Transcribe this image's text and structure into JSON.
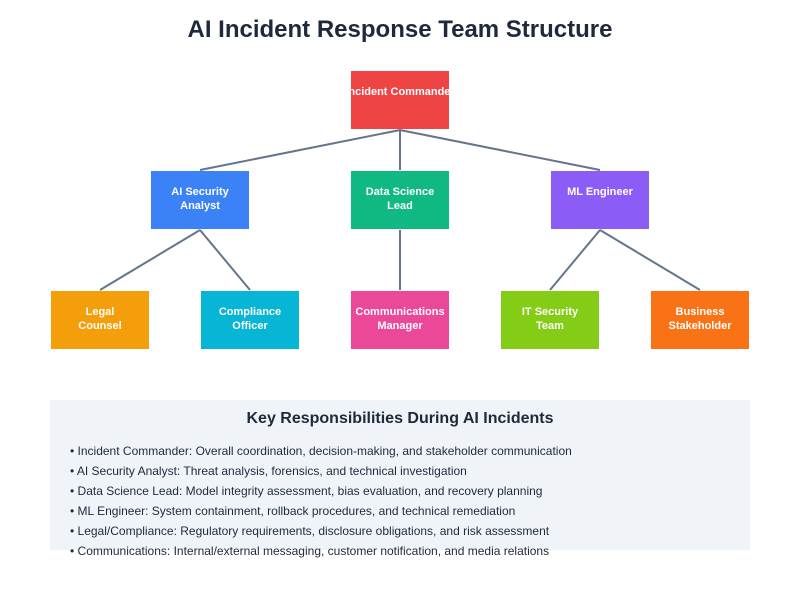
{
  "title": "AI Incident Response Team Structure",
  "line_color": "#64748b",
  "nodes": [
    {
      "id": "commander",
      "lines": [
        "Incident Commander"
      ],
      "color": "#ef4444",
      "level": 0
    },
    {
      "id": "ai-security-analyst",
      "lines": [
        "AI Security",
        "Analyst"
      ],
      "color": "#3b82f6",
      "level": 1,
      "parent": "commander"
    },
    {
      "id": "data-science-lead",
      "lines": [
        "Data Science",
        "Lead"
      ],
      "color": "#10b981",
      "level": 1,
      "parent": "commander"
    },
    {
      "id": "ml-engineer",
      "lines": [
        "ML Engineer"
      ],
      "color": "#8b5cf6",
      "level": 1,
      "parent": "commander"
    },
    {
      "id": "legal-counsel",
      "lines": [
        "Legal",
        "Counsel"
      ],
      "color": "#f59e0b",
      "level": 2,
      "parent": "ai-security-analyst"
    },
    {
      "id": "compliance-officer",
      "lines": [
        "Compliance",
        "Officer"
      ],
      "color": "#06b6d4",
      "level": 2,
      "parent": "ai-security-analyst"
    },
    {
      "id": "communications-manager",
      "lines": [
        "Communications",
        "Manager"
      ],
      "color": "#ec4899",
      "level": 2,
      "parent": "data-science-lead"
    },
    {
      "id": "it-security-team",
      "lines": [
        "IT Security",
        "Team"
      ],
      "color": "#84cc16",
      "level": 2,
      "parent": "ml-engineer"
    },
    {
      "id": "business-stakeholder",
      "lines": [
        "Business",
        "Stakeholder"
      ],
      "color": "#f97316",
      "level": 2,
      "parent": "ml-engineer"
    }
  ],
  "responsibilities": {
    "title": "Key Responsibilities During AI Incidents",
    "items": [
      "• Incident Commander: Overall coordination, decision-making, and stakeholder communication",
      "• AI Security Analyst: Threat analysis, forensics, and technical investigation",
      "• Data Science Lead: Model integrity assessment, bias evaluation, and recovery planning",
      "• ML Engineer: System containment, rollback procedures, and technical remediation",
      "• Legal/Compliance: Regulatory requirements, disclosure obligations, and risk assessment",
      "• Communications: Internal/external messaging, customer notification, and media relations"
    ]
  }
}
